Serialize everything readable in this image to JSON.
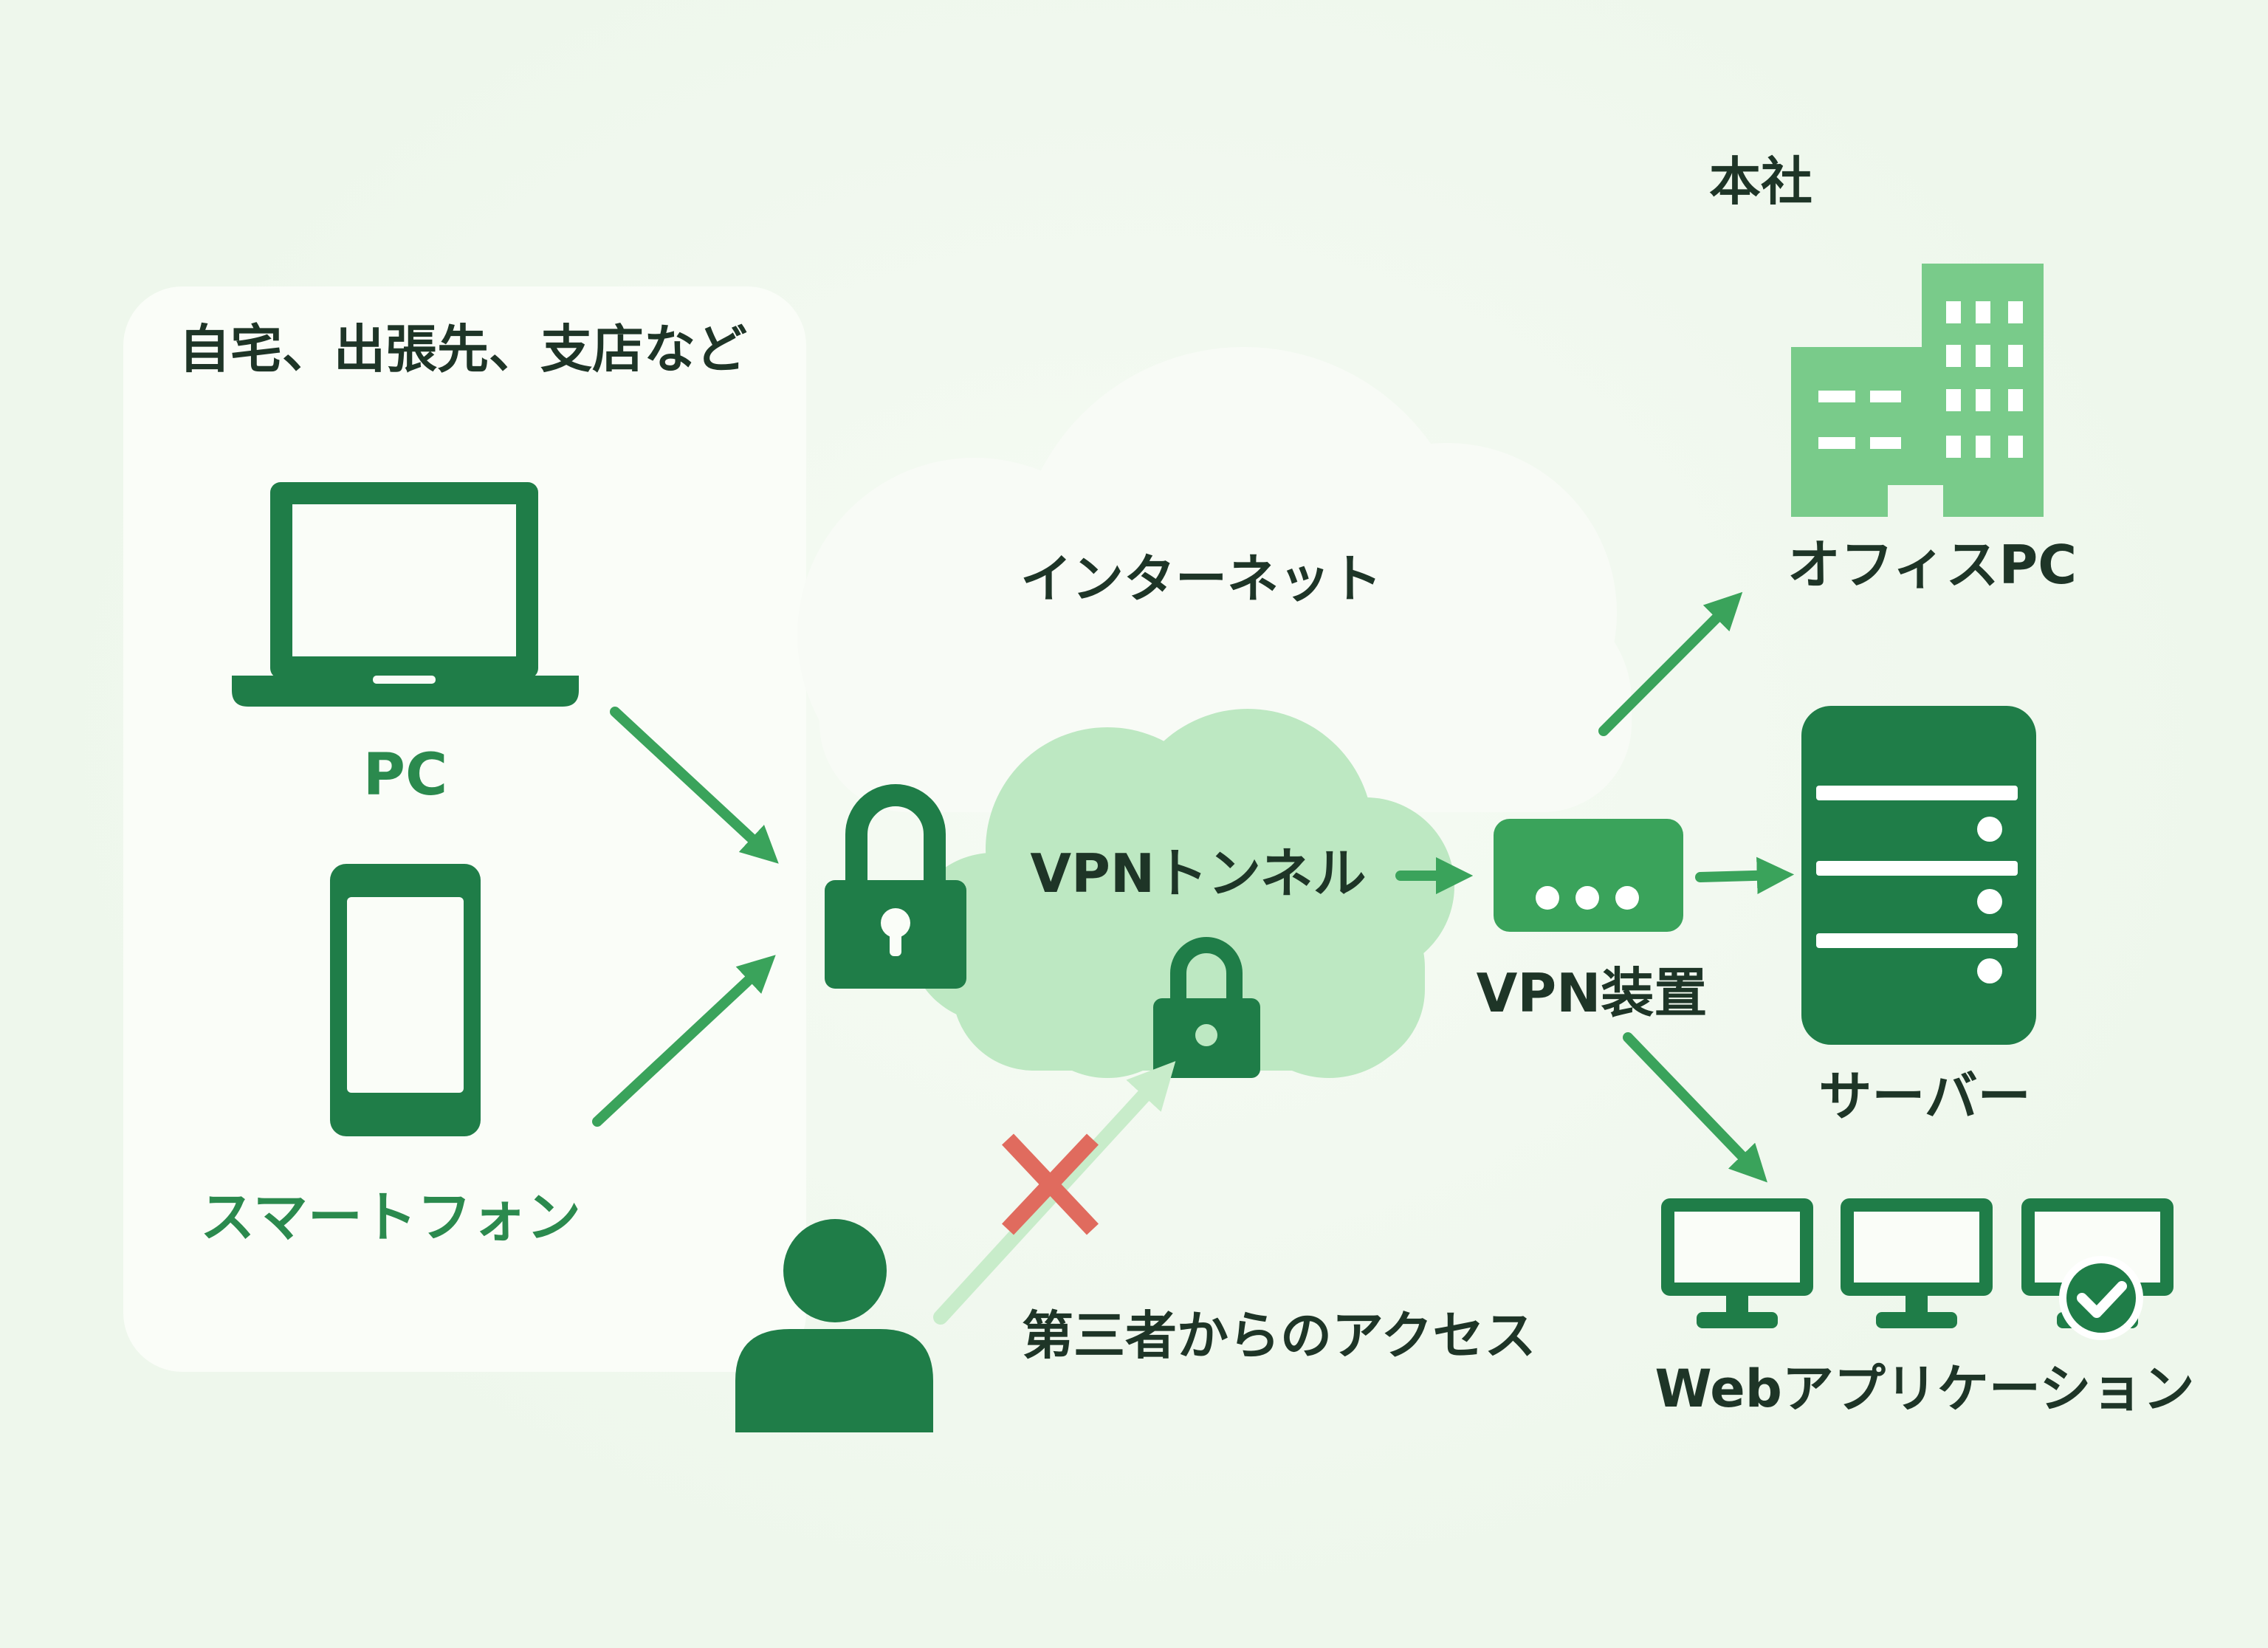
{
  "colors": {
    "background": "#eef7ec",
    "panel": "#fafdf8",
    "icon_dark": "#1f7d48",
    "accent": "#3aa35b",
    "building": "#79cb8a",
    "tunnel": "#bde8c2",
    "faded": "#c8ecca",
    "cross": "#e06b5e",
    "text": "#1e3527",
    "label_green": "#2b8a4e"
  },
  "remote_panel": {
    "title": "自宅、出張先、支店など",
    "devices": [
      {
        "label": "PC",
        "icon": "laptop-icon"
      },
      {
        "label": "スマートフォン",
        "icon": "smartphone-icon"
      }
    ]
  },
  "internet": {
    "label": "インターネット",
    "icon": "cloud-icon"
  },
  "tunnel": {
    "label": "VPNトンネル",
    "icon": "lock-icon"
  },
  "vpn_device": {
    "label": "VPN装置",
    "icon": "router-icon"
  },
  "third_party": {
    "label": "第三者からのアクセス",
    "icon": "person-icon",
    "blocked_icon": "cross-icon"
  },
  "headquarters": {
    "title": "本社",
    "destinations": [
      {
        "label": "オフィスPC",
        "icon": "office-building-icon"
      },
      {
        "label": "サーバー",
        "icon": "server-icon"
      },
      {
        "label": "Webアプリケーション",
        "icon": "monitor-icon"
      }
    ]
  }
}
